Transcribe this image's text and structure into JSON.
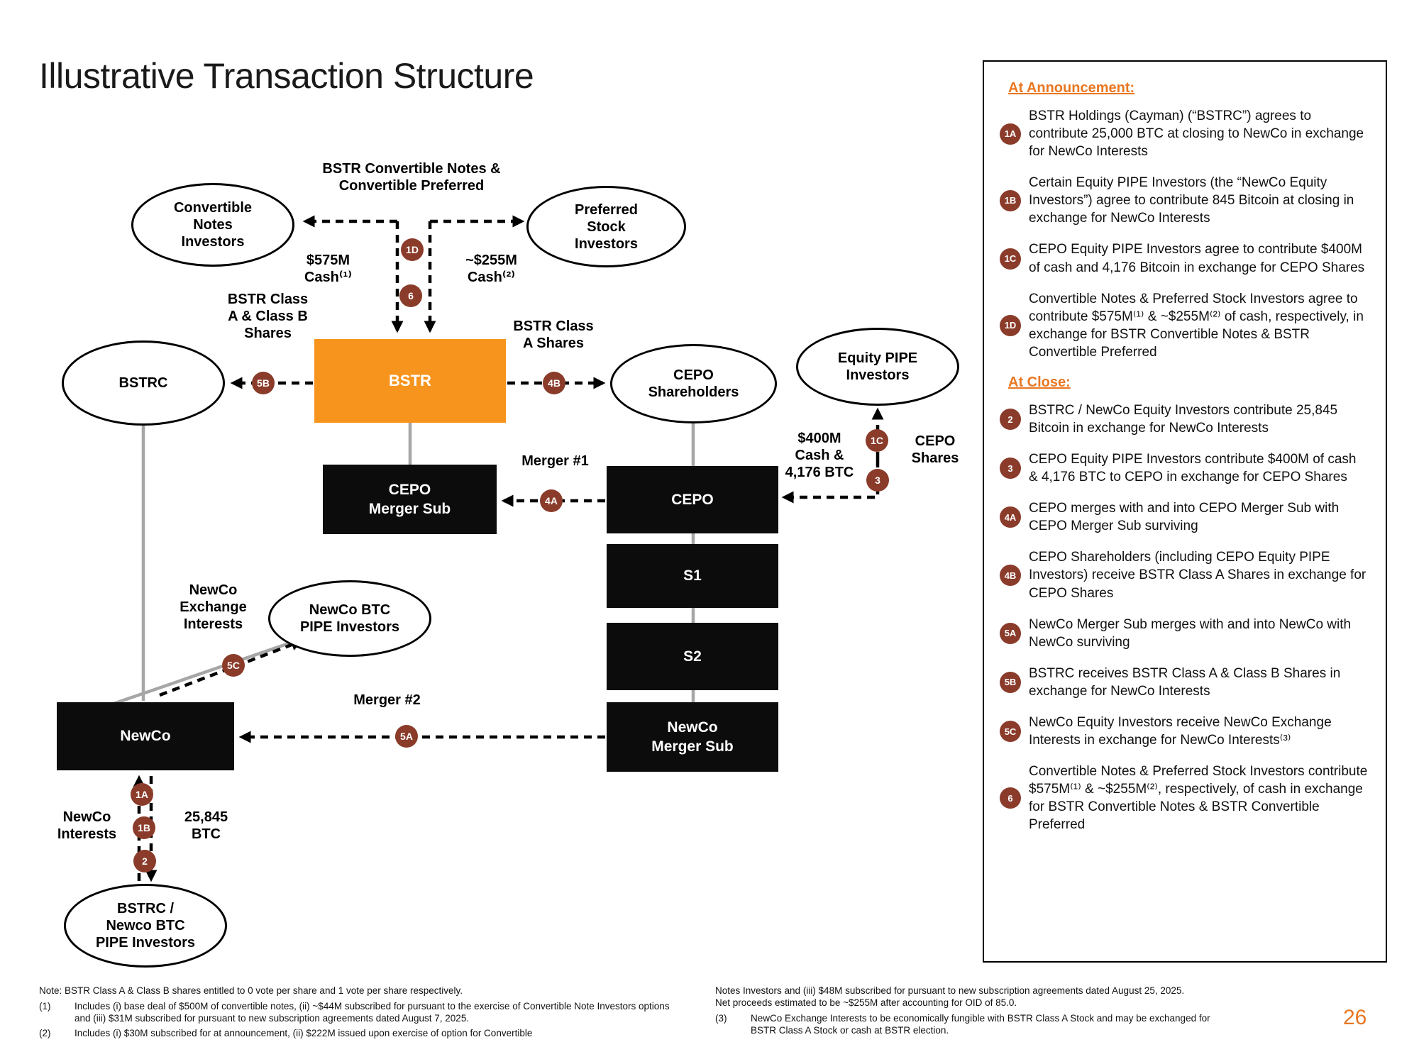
{
  "title": "Illustrative Transaction Structure",
  "page_number": "26",
  "colors": {
    "orange_box": "#F7941D",
    "heading_orange": "#E87722",
    "badge_maroon": "#8A3B2A"
  },
  "diagram": {
    "notes_header": "BSTR Convertible Notes &\nConvertible Preferred",
    "cash_left": "$575M\nCash⁽¹⁾",
    "cash_right": "~$255M\nCash⁽²⁾",
    "bstr_class_ab": "BSTR Class\nA & Class B\nShares",
    "bstr_class_a": "BSTR Class\nA Shares",
    "merger1": "Merger #1",
    "merger2": "Merger #2",
    "cash_btc": "$400M\nCash &\n4,176 BTC",
    "cepo_shares": "CEPO\nShares",
    "newco_exchange": "NewCo\nExchange\nInterests",
    "newco_interests": "NewCo\nInterests",
    "btc_25845": "25,845\nBTC",
    "ovals": {
      "conv_notes": "Convertible\nNotes\nInvestors",
      "pref_stock": "Preferred\nStock\nInvestors",
      "bstrc": "BSTRC",
      "cepo_shareholders": "CEPO\nShareholders",
      "equity_pipe": "Equity PIPE\nInvestors",
      "newco_btc_pipe": "NewCo BTC\nPIPE Investors",
      "bstrc_newco_pipe": "BSTRC /\nNewco BTC\nPIPE Investors"
    },
    "boxes": {
      "bstr": "BSTR",
      "cepo_merger_sub": "CEPO\nMerger Sub",
      "cepo": "CEPO",
      "s1": "S1",
      "s2": "S2",
      "newco": "NewCo",
      "newco_merger_sub": "NewCo\nMerger Sub"
    },
    "badges": {
      "b1d": "1D",
      "b6": "6",
      "b5b": "5B",
      "b4b": "4B",
      "b4a": "4A",
      "b1c": "1C",
      "b3": "3",
      "b5c": "5C",
      "b5a": "5A",
      "b1a": "1A",
      "b1b": "1B",
      "b2": "2"
    }
  },
  "sidebar": {
    "heading_announcement": "At Announcement:",
    "heading_close": "At Close:",
    "announcement_items": [
      {
        "badge": "1A",
        "text": "BSTR Holdings (Cayman) (“BSTRC”) agrees to contribute 25,000 BTC at closing to NewCo in exchange for NewCo Interests"
      },
      {
        "badge": "1B",
        "text": "Certain Equity PIPE Investors (the “NewCo Equity Investors”) agree to contribute 845 Bitcoin at closing in exchange for NewCo Interests"
      },
      {
        "badge": "1C",
        "text": "CEPO Equity PIPE Investors agree to contribute $400M of cash and 4,176 Bitcoin in exchange for CEPO Shares"
      },
      {
        "badge": "1D",
        "text": "Convertible Notes & Preferred Stock Investors agree to contribute $575M⁽¹⁾ & ~$255M⁽²⁾ of cash, respectively, in exchange for BSTR Convertible Notes & BSTR Convertible Preferred"
      }
    ],
    "close_items": [
      {
        "badge": "2",
        "text": "BSTRC / NewCo Equity Investors contribute 25,845 Bitcoin in exchange for NewCo Interests"
      },
      {
        "badge": "3",
        "text": "CEPO Equity PIPE Investors contribute $400M of cash & 4,176 BTC to CEPO in exchange for CEPO Shares"
      },
      {
        "badge": "4A",
        "text": "CEPO merges with and into CEPO Merger Sub with CEPO Merger Sub surviving"
      },
      {
        "badge": "4B",
        "text": "CEPO Shareholders (including CEPO Equity PIPE Investors) receive BSTR Class A Shares in exchange for CEPO Shares"
      },
      {
        "badge": "5A",
        "text": "NewCo Merger Sub merges with and into NewCo with NewCo surviving"
      },
      {
        "badge": "5B",
        "text": "BSTRC receives BSTR Class A & Class B Shares in exchange for NewCo Interests"
      },
      {
        "badge": "5C",
        "text": "NewCo Equity Investors receive NewCo Exchange Interests in exchange for NewCo Interests⁽³⁾"
      },
      {
        "badge": "6",
        "text": "Convertible Notes & Preferred Stock Investors contribute $575M⁽¹⁾ & ~$255M⁽²⁾, respectively, of cash in exchange for BSTR Convertible Notes & BSTR Convertible Preferred"
      }
    ]
  },
  "footnotes": {
    "note": "Note: BSTR Class A & Class B shares entitled to 0 vote per share and 1 vote per share respectively.",
    "fn1_label": "(1)",
    "fn1": "Includes (i) base deal of $500M of convertible notes, (ii) ~$44M subscribed for pursuant to the exercise of Convertible Note Investors options and (iii) $31M subscribed for pursuant to new subscription agreements dated August 7, 2025.",
    "fn2_label": "(2)",
    "fn2": "Includes (i) $30M subscribed for at announcement, (ii) $222M issued upon exercise of option for Convertible",
    "fn2_cont": "Notes Investors and (iii) $48M subscribed for pursuant to new subscription agreements dated August 25, 2025.\nNet proceeds estimated to be ~$255M after accounting for OID of 85.0.",
    "fn3_label": "(3)",
    "fn3": "NewCo Exchange Interests to be economically fungible with BSTR Class A Stock and may be exchanged for\nBSTR Class A Stock or cash at BSTR election."
  }
}
